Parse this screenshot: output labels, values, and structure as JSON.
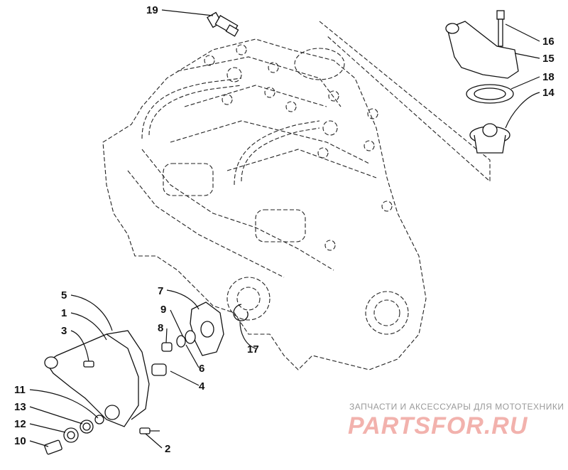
{
  "diagram": {
    "callouts": [
      "19",
      "16",
      "15",
      "18",
      "14",
      "5",
      "1",
      "3",
      "7",
      "9",
      "8",
      "6",
      "4",
      "17",
      "11",
      "13",
      "12",
      "10",
      "2"
    ]
  },
  "watermark": {
    "caption": "ЗАПЧАСТИ И АКСЕССУАРЫ ДЛЯ МОТОТЕХНИКИ",
    "logo_text": "PARTSFOR.RU"
  }
}
